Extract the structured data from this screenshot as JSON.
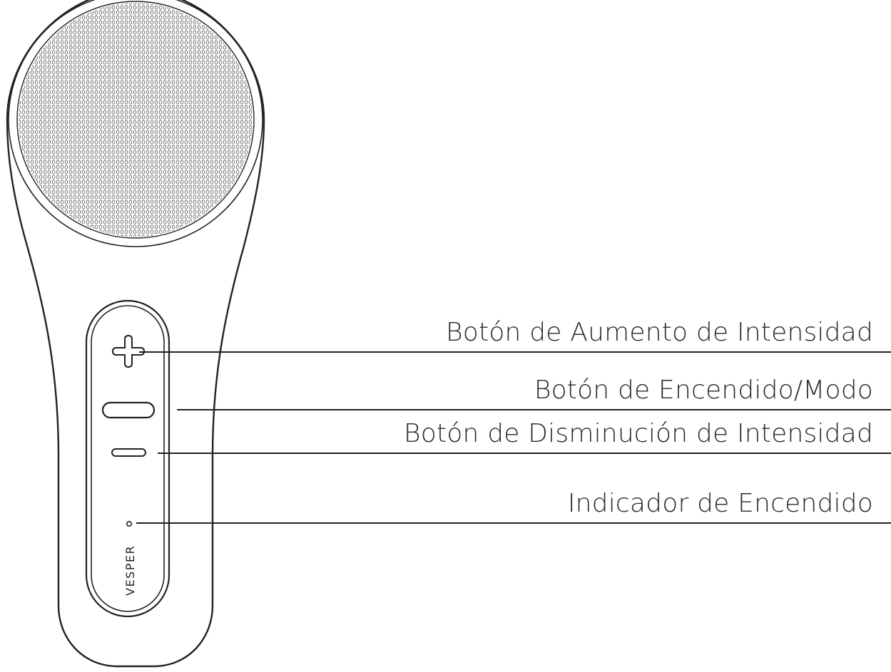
{
  "callouts": [
    {
      "id": "increase",
      "label": "Botón de Aumento de Intensidad"
    },
    {
      "id": "power",
      "label": "Botón de Encendido/Modo"
    },
    {
      "id": "decrease",
      "label": "Botón de Disminución de Intensidad"
    },
    {
      "id": "indicator",
      "label": "Indicador de Encendido"
    }
  ],
  "device": {
    "brand": "VESPER",
    "increase_symbol": "+",
    "decrease_symbol": "−"
  },
  "colors": {
    "stroke": "#222222",
    "text": "#2a2a2a",
    "background": "#ffffff"
  }
}
